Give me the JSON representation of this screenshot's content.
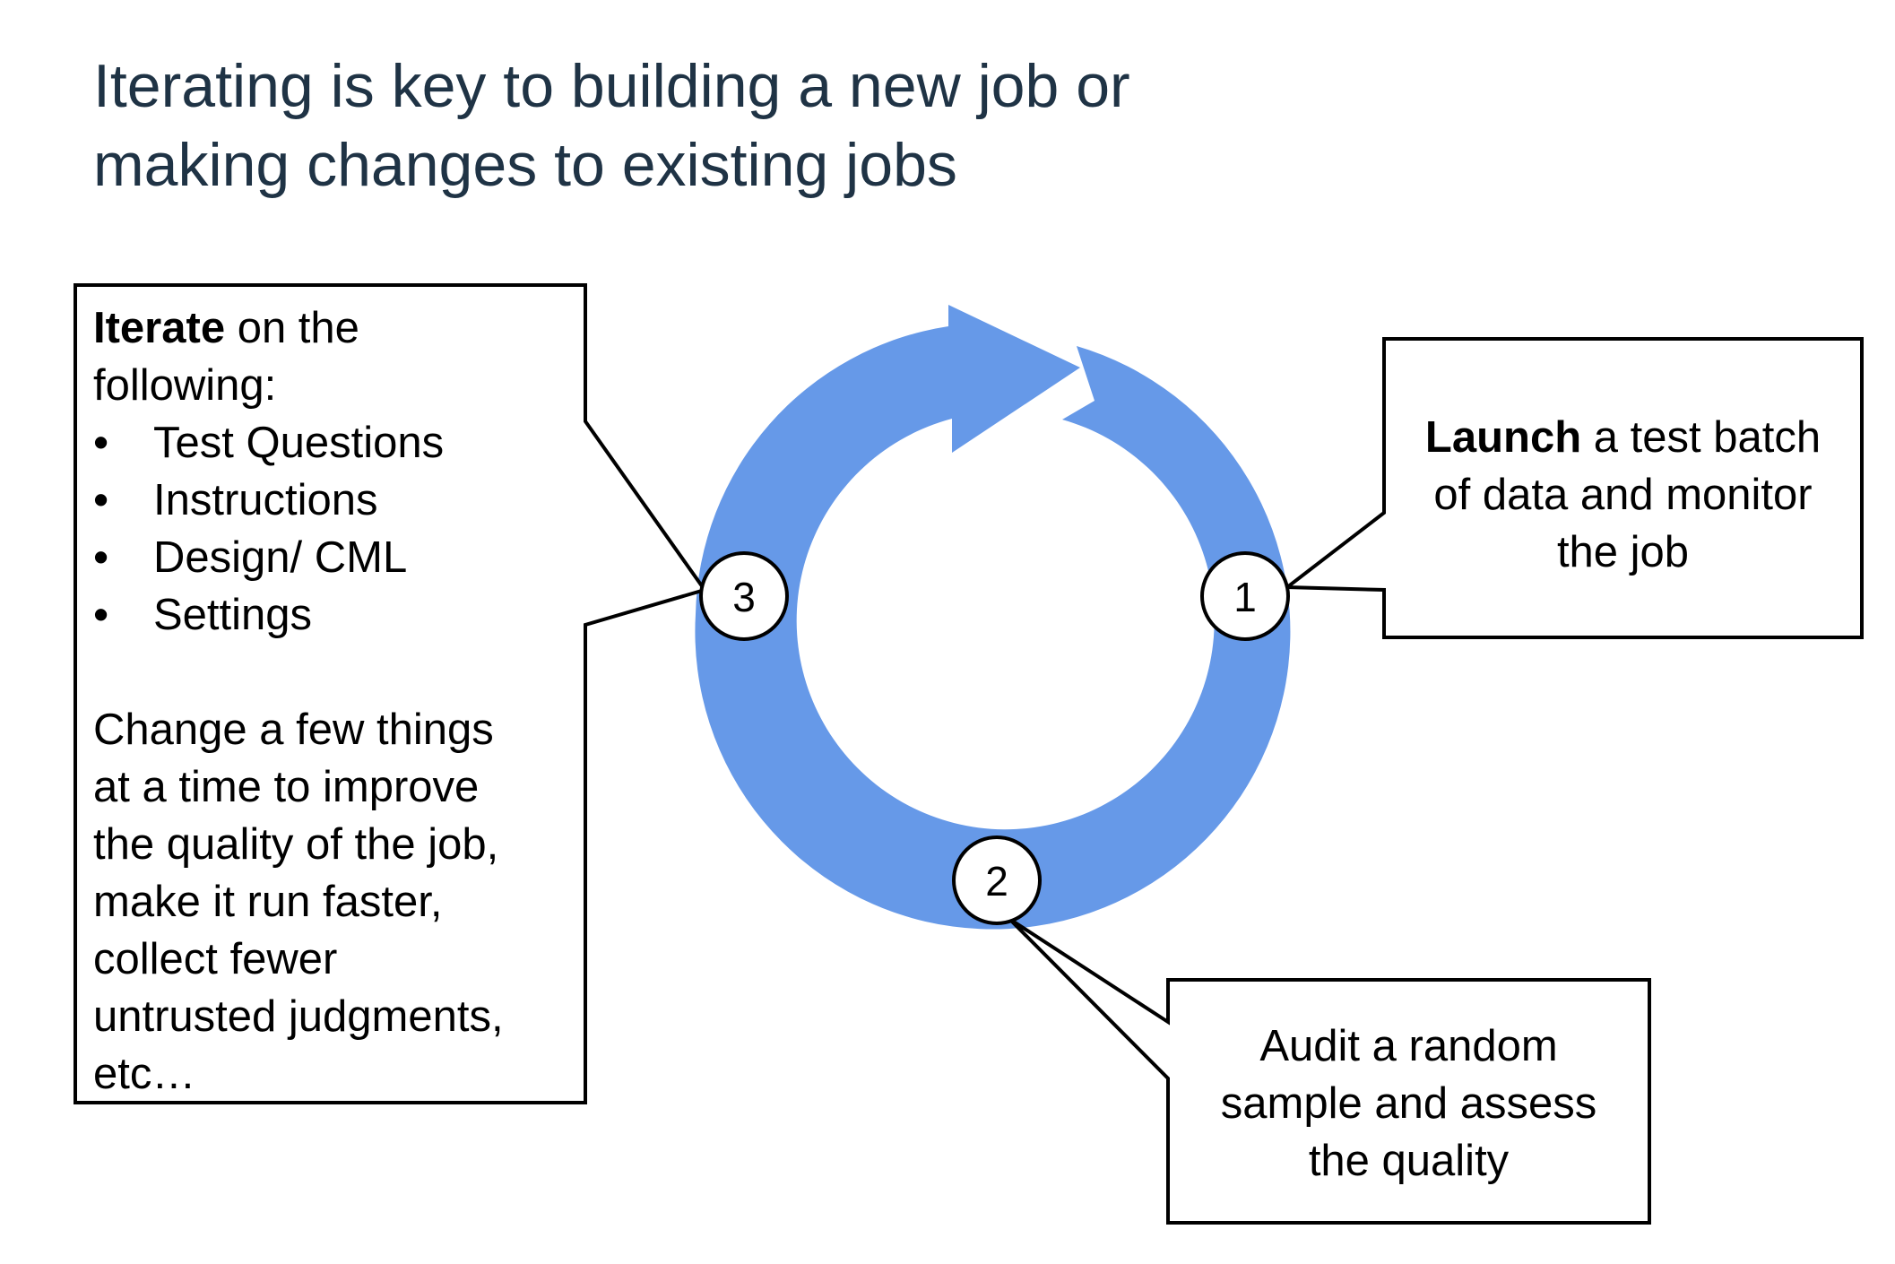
{
  "title": {
    "line1": "Iterating is key to building a new job or",
    "line2": "making changes to existing jobs"
  },
  "colors": {
    "cycle_arrow": "#6699e8",
    "title_text": "#1f3345",
    "outline": "#000000"
  },
  "steps": [
    {
      "number": "1"
    },
    {
      "number": "2"
    },
    {
      "number": "3"
    }
  ],
  "boxes": {
    "launch": {
      "bold": "Launch",
      "rest_line1": " a test batch",
      "line2": "of data and monitor",
      "line3": "the job"
    },
    "audit": {
      "line1": "Audit a random",
      "line2": "sample and assess",
      "line3": "the quality"
    },
    "iterate": {
      "bold": "Iterate",
      "rest_line1": " on the",
      "line2": "following:",
      "items": [
        "Test Questions",
        "Instructions",
        "Design/ CML",
        "Settings"
      ],
      "para": [
        "Change a few things",
        "at a time to improve",
        "the quality of the job,",
        "make it run faster,",
        "collect fewer",
        "untrusted judgments,",
        "etc…"
      ]
    }
  }
}
